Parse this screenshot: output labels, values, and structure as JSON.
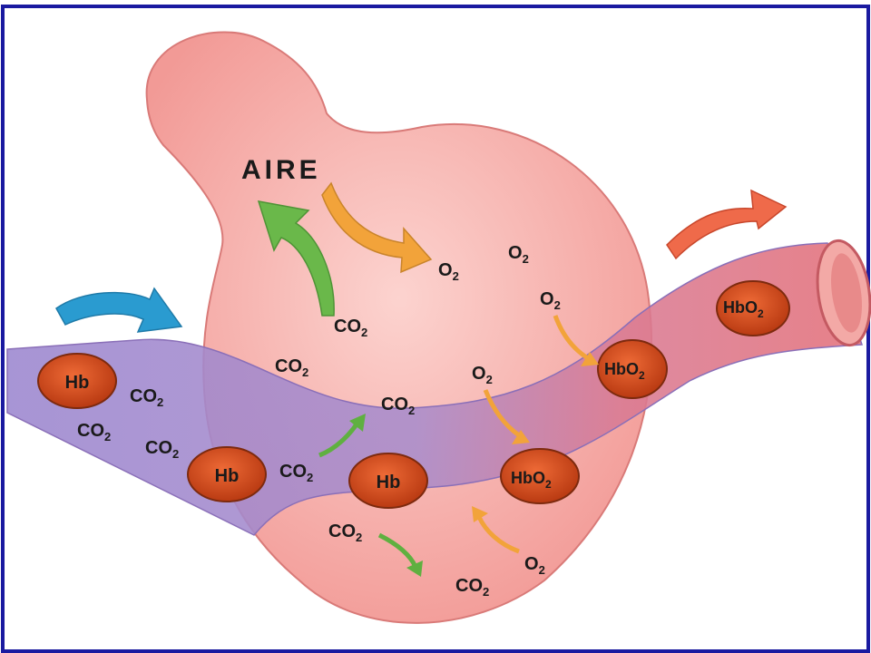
{
  "colors": {
    "border": "#1a1aa0",
    "alveolus": "#f6a6a2",
    "vessel_deoxygenated": "#9b86cf",
    "vessel_oxygenated": "#e2707a",
    "red_cell": "#d9461a",
    "arrow_co2": "#6ab84a",
    "arrow_o2": "#f2a33a",
    "arrow_blood_in": "#2a9bd0",
    "arrow_blood_out": "#ef6a4a"
  },
  "labels": {
    "air": "AIRE",
    "hb": "Hb",
    "hbo2_base": "HbO",
    "o2_base": "O",
    "co2_base": "CO",
    "subscript_2": "2"
  }
}
